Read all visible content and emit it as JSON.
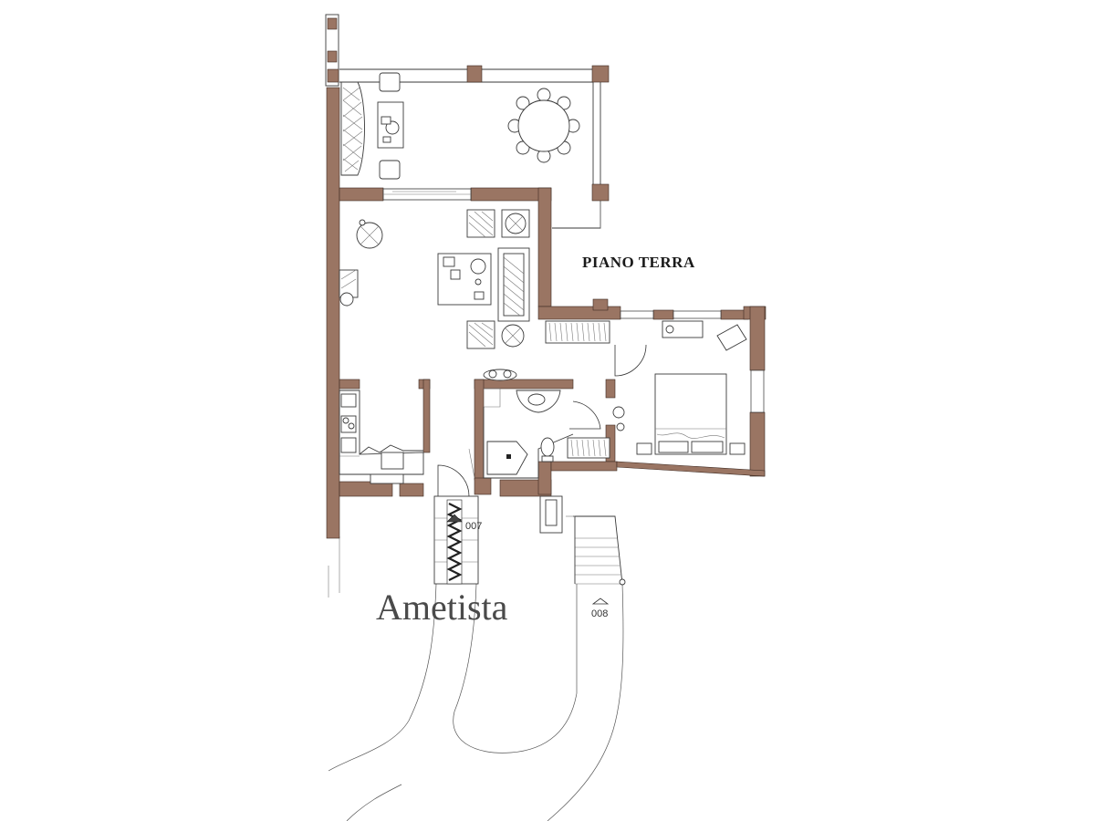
{
  "floor_label": "PIANO TERRA",
  "unit_name": "Ametista",
  "markers": [
    {
      "label": "007"
    },
    {
      "label": "008"
    }
  ],
  "colors": {
    "wall": "#9a7563",
    "wall_edge": "#3d2a22",
    "line": "#3a3a3a",
    "background": "#ffffff"
  }
}
